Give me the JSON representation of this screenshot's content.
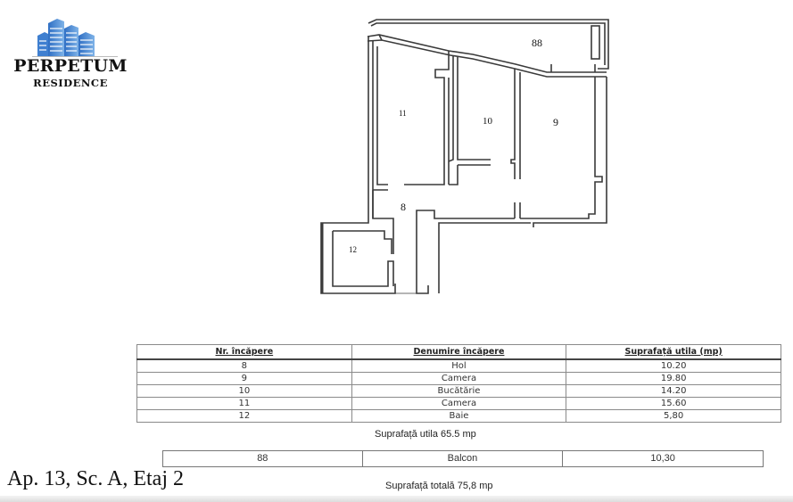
{
  "logo": {
    "brand": "PERPETUM",
    "subtitle": "RESIDENCE",
    "icon": "buildings-icon",
    "colors": {
      "building_light": "#7fb3e8",
      "building_dark": "#2f6fc4"
    }
  },
  "floor_plan": {
    "rooms": [
      {
        "id": "88",
        "label": "88"
      },
      {
        "id": "11",
        "label": "11"
      },
      {
        "id": "10",
        "label": "10"
      },
      {
        "id": "9",
        "label": "9"
      },
      {
        "id": "8",
        "label": "8"
      },
      {
        "id": "12",
        "label": "12"
      }
    ]
  },
  "rooms_table": {
    "headers": [
      "Nr. încăpere",
      "Denumire încăpere",
      "Suprafață utila (mp)"
    ],
    "rows": [
      [
        "8",
        "Hol",
        "10.20"
      ],
      [
        "9",
        "Camera",
        "19.80"
      ],
      [
        "10",
        "Bucătărie",
        "14.20"
      ],
      [
        "11",
        "Camera",
        "15.60"
      ],
      [
        "12",
        "Baie",
        "5,80"
      ]
    ]
  },
  "useful_total": "Suprafață utila 65.5 mp",
  "balcony_table": {
    "rows": [
      [
        "88",
        "Balcon",
        "10,30"
      ]
    ]
  },
  "grand_total": "Suprafață totală 75,8 mp",
  "apartment_title": "Ap. 13, Sc. A, Etaj 2"
}
